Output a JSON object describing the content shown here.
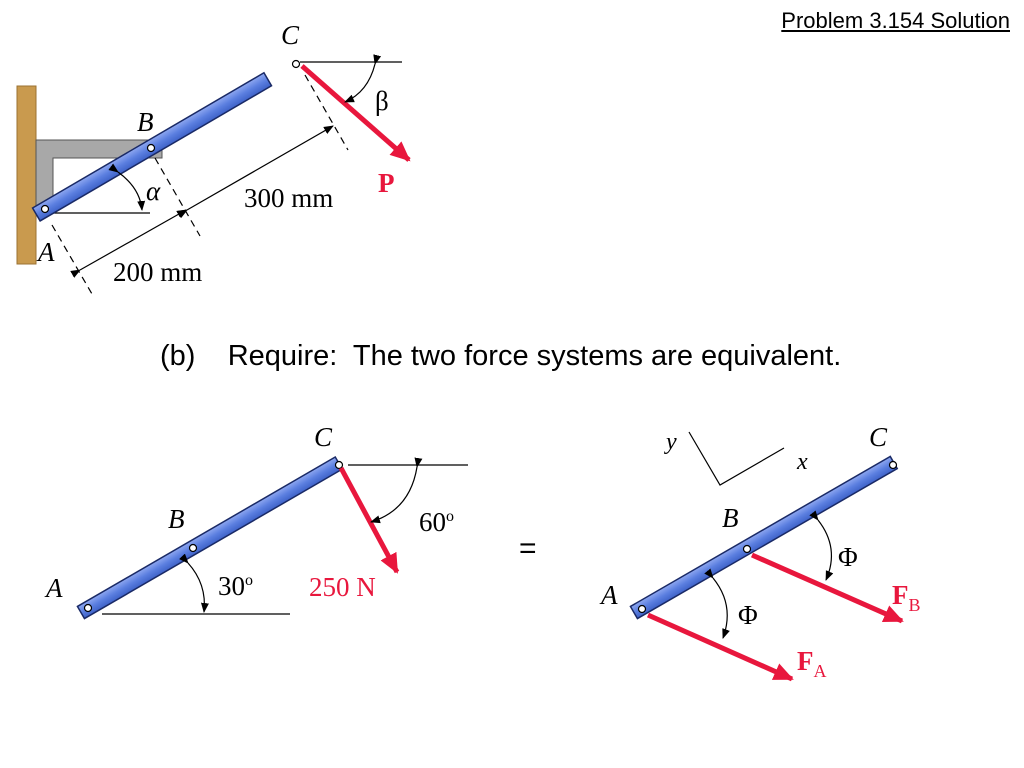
{
  "title": "Problem  3.154 Solution",
  "requirement": {
    "part": "(b)",
    "text": "Require:  The two force systems are equivalent."
  },
  "colors": {
    "beam": "#5b7fe0",
    "force": "#e8173d",
    "wall": "#c99a4e",
    "bracket": "#9a9a9a"
  },
  "figure1": {
    "point_a": "A",
    "point_b": "B",
    "point_c": "C",
    "angle_alpha": "α",
    "angle_beta": "β",
    "force_label": "P",
    "dim_ab": "200 mm",
    "dim_bc": "300 mm"
  },
  "figure2": {
    "point_a": "A",
    "point_b": "B",
    "point_c": "C",
    "beam_angle": "30",
    "force_angle": "60",
    "degree_symbol": "o",
    "force_label": "250 N"
  },
  "equals": "=",
  "figure3": {
    "point_a": "A",
    "point_b": "B",
    "point_c": "C",
    "axis_x": "x",
    "axis_y": "y",
    "angle_phi_a": "Φ",
    "angle_phi_b": "Φ",
    "force_a_main": "F",
    "force_a_sub": "A",
    "force_b_main": "F",
    "force_b_sub": "B"
  }
}
